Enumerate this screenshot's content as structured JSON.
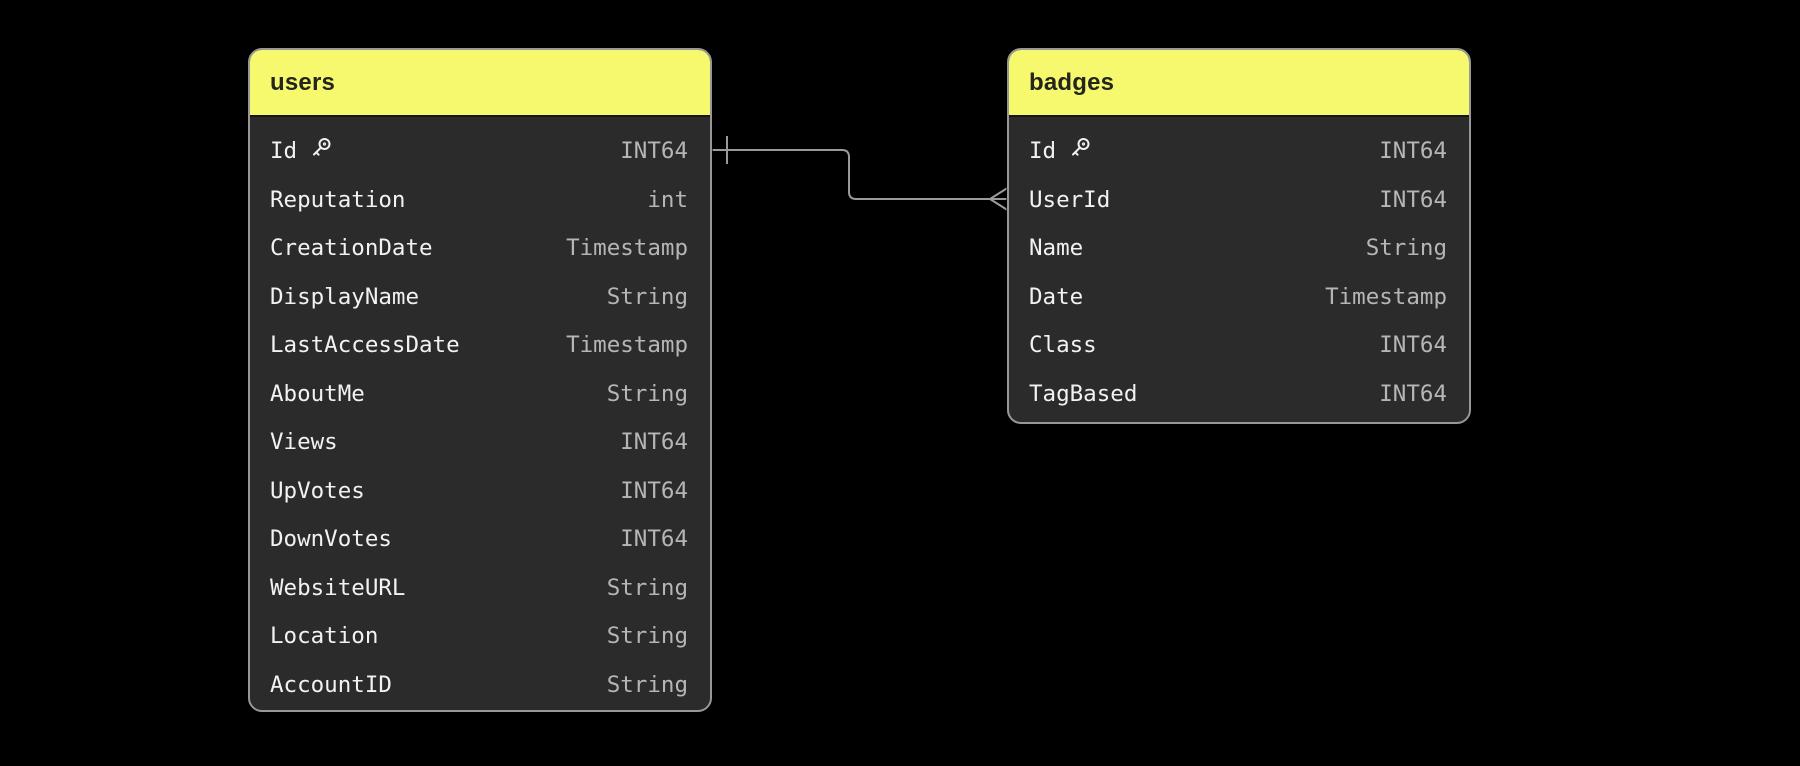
{
  "canvas": {
    "background": "#000000"
  },
  "colors": {
    "table_header_bg": "#f6f86e",
    "table_header_text": "#25251d",
    "table_body_bg": "#2b2b2b",
    "table_border": "#979797",
    "field_name_text": "#f2f2f2",
    "field_type_text": "#b6b6b6",
    "connector_line": "#9a9a9a"
  },
  "tables": [
    {
      "name": "users",
      "fields": [
        {
          "name": "Id",
          "type": "INT64",
          "primary_key": true
        },
        {
          "name": "Reputation",
          "type": "int",
          "primary_key": false
        },
        {
          "name": "CreationDate",
          "type": "Timestamp",
          "primary_key": false
        },
        {
          "name": "DisplayName",
          "type": "String",
          "primary_key": false
        },
        {
          "name": "LastAccessDate",
          "type": "Timestamp",
          "primary_key": false
        },
        {
          "name": "AboutMe",
          "type": "String",
          "primary_key": false
        },
        {
          "name": "Views",
          "type": "INT64",
          "primary_key": false
        },
        {
          "name": "UpVotes",
          "type": "INT64",
          "primary_key": false
        },
        {
          "name": "DownVotes",
          "type": "INT64",
          "primary_key": false
        },
        {
          "name": "WebsiteURL",
          "type": "String",
          "primary_key": false
        },
        {
          "name": "Location",
          "type": "String",
          "primary_key": false
        },
        {
          "name": "AccountID",
          "type": "String",
          "primary_key": false
        }
      ]
    },
    {
      "name": "badges",
      "fields": [
        {
          "name": "Id",
          "type": "INT64",
          "primary_key": true
        },
        {
          "name": "UserId",
          "type": "INT64",
          "primary_key": false
        },
        {
          "name": "Name",
          "type": "String",
          "primary_key": false
        },
        {
          "name": "Date",
          "type": "Timestamp",
          "primary_key": false
        },
        {
          "name": "Class",
          "type": "INT64",
          "primary_key": false
        },
        {
          "name": "TagBased",
          "type": "INT64",
          "primary_key": false
        }
      ]
    }
  ],
  "relationships": [
    {
      "from_table": "users",
      "from_field": "Id",
      "to_table": "badges",
      "to_field": "UserId",
      "from_cardinality": "one",
      "to_cardinality": "many"
    }
  ]
}
